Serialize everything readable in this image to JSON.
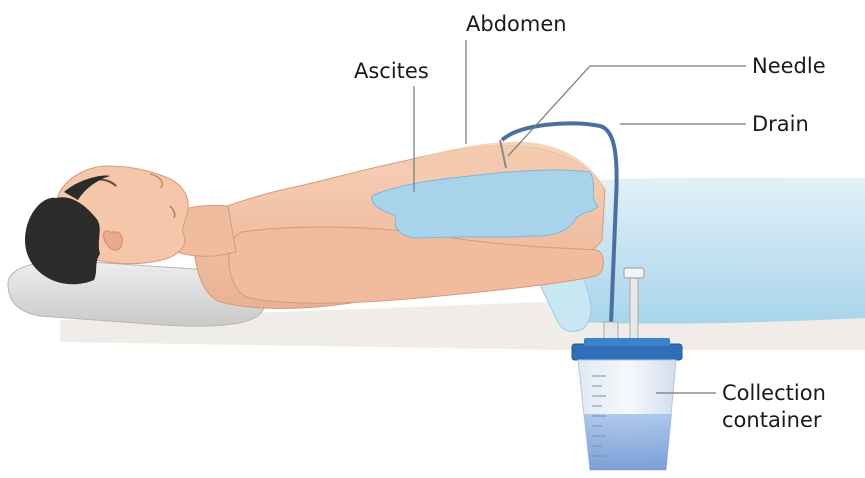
{
  "labels": {
    "abdomen": "Abdomen",
    "ascites": "Ascites",
    "needle": "Needle",
    "drain": "Drain",
    "collection_line1": "Collection",
    "collection_line2": "container"
  },
  "colors": {
    "skin": "#f4c3a7",
    "skin_shadow": "#e3a88a",
    "hair": "#2b2b2b",
    "pillow": "#d9d9d9",
    "sheet": "#bfe0ef",
    "fluid": "#a9d3ea",
    "tube": "#4a6fa0",
    "container_lid": "#2e6fb8",
    "container_fluid": "#8fb3e0",
    "leader_line": "#777777"
  }
}
